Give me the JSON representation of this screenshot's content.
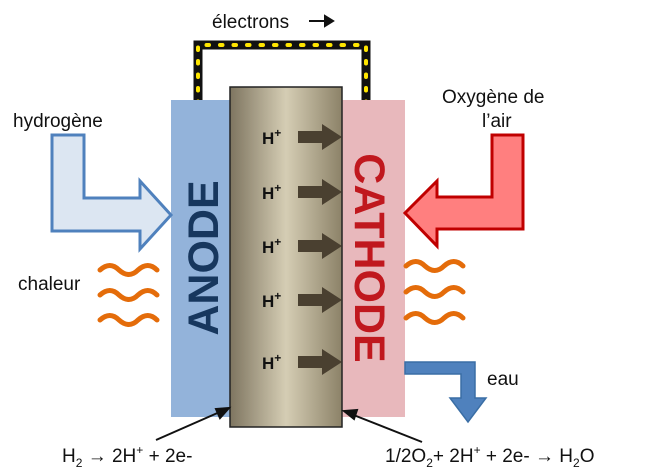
{
  "labels": {
    "electrons": "électrons",
    "hydrogen": "hydrogène",
    "oxygen_line1": "Oxygène de",
    "oxygen_line2": "l’air",
    "heat": "chaleur",
    "water": "eau",
    "anode": "ANODE",
    "cathode": "CATHODE",
    "proton": "H",
    "proton_charge": "+"
  },
  "equations": {
    "anode": {
      "species": "H",
      "sub": "2",
      "arrow": "→",
      "products": "2H",
      "charge": "+",
      "rest": " + 2e-"
    },
    "cathode": {
      "oxygen": "1/2O",
      "sub_o": "2",
      "plus1": "+  2H",
      "charge": "+",
      "electrons": " + 2e-",
      "arrow": "→",
      "water": "H",
      "sub_w": "2",
      "o": "O"
    }
  },
  "colors": {
    "anode": "#93B3DA",
    "cathode": "#E8B8BC",
    "membrane": "#A89D80",
    "anode_text": "#17375E",
    "cathode_text": "#C0181E",
    "hydrogen_arrow_fill": "#DCE6F2",
    "hydrogen_arrow_stroke": "#4F81BD",
    "oxygen_arrow_fill": "#FF7F7F",
    "oxygen_arrow_stroke": "#C00000",
    "heat_waves": "#E46C0A",
    "water_arrow": "#4F81BD",
    "proton_arrow": "#4A4030",
    "wire": "#111111",
    "wire_dots": "#FFE600"
  }
}
